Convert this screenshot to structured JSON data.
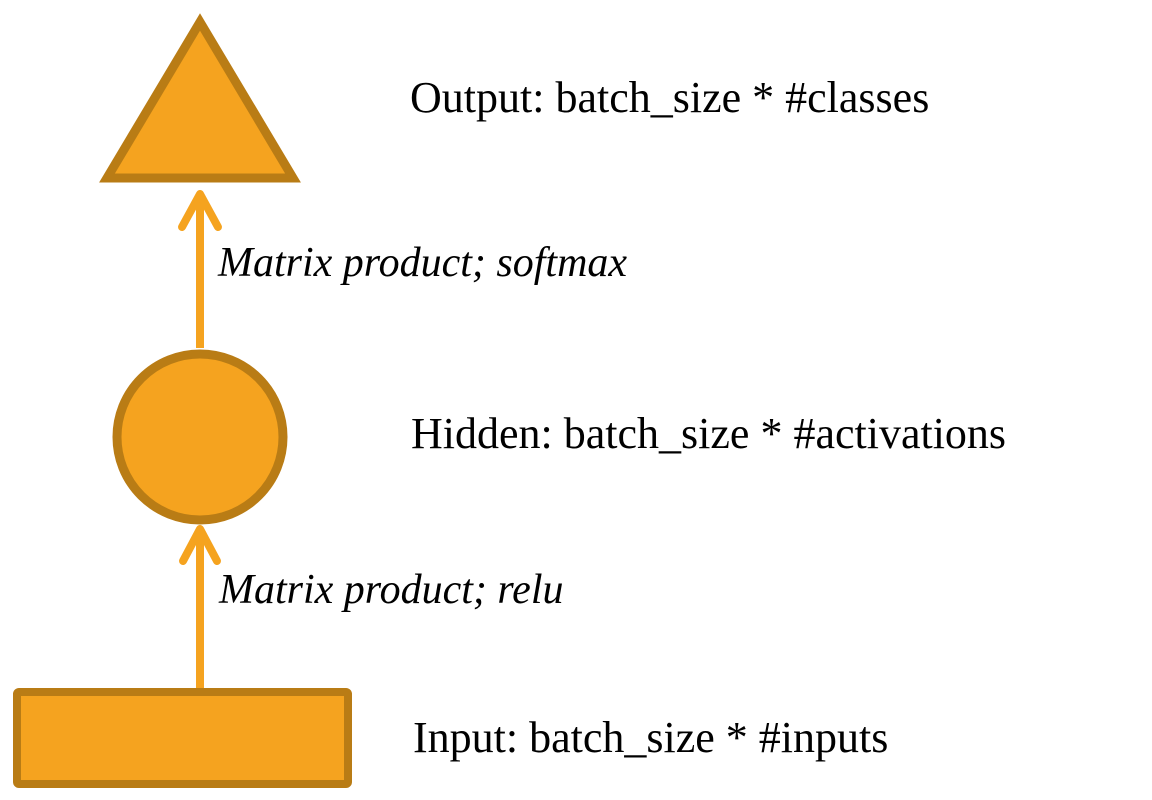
{
  "colors": {
    "shape-fill": "#F5A31F",
    "shape-border": "#B97C15",
    "arrow": "#F5A31F",
    "text": "#000000",
    "background": "#FFFFFF"
  },
  "diagram": {
    "type": "neural-network-flow",
    "nodes": [
      {
        "id": "output",
        "shape": "triangle",
        "label": "Output: batch_size * #classes"
      },
      {
        "id": "hidden",
        "shape": "circle",
        "label": "Hidden: batch_size * #activations"
      },
      {
        "id": "input",
        "shape": "rectangle",
        "label": "Input: batch_size * #inputs"
      }
    ],
    "edges": [
      {
        "from": "hidden",
        "to": "output",
        "label": "Matrix product; softmax"
      },
      {
        "from": "input",
        "to": "hidden",
        "label": "Matrix product; relu"
      }
    ]
  }
}
